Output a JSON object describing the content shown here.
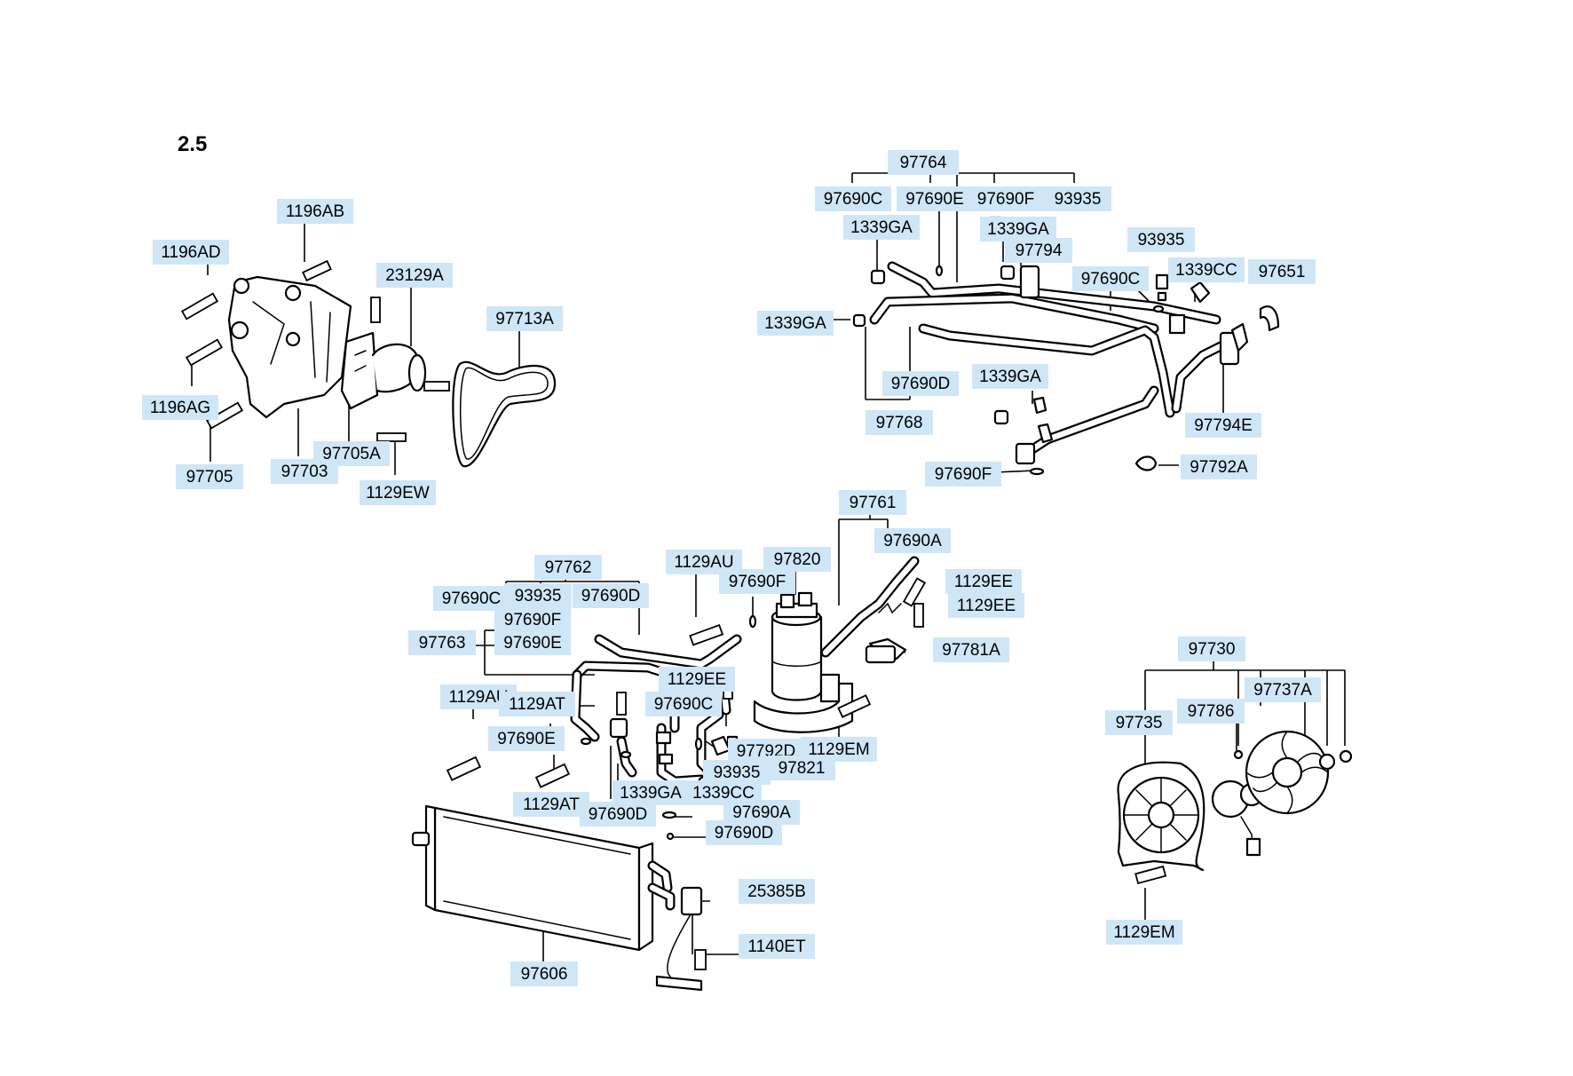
{
  "title": "2.5",
  "labels": [
    {
      "id": "1196AB",
      "text": "1196AB"
    },
    {
      "id": "1196AD",
      "text": "1196AD"
    },
    {
      "id": "23129A",
      "text": "23129A"
    },
    {
      "id": "97713A",
      "text": "97713A"
    },
    {
      "id": "1196AG",
      "text": "1196AG"
    },
    {
      "id": "97705A",
      "text": "97705A"
    },
    {
      "id": "97705",
      "text": "97705"
    },
    {
      "id": "97703",
      "text": "97703"
    },
    {
      "id": "1129EW",
      "text": "1129EW"
    },
    {
      "id": "97764",
      "text": "97764"
    },
    {
      "id": "97690C_a",
      "text": "97690C"
    },
    {
      "id": "97690E_a",
      "text": "97690E"
    },
    {
      "id": "97690F_a",
      "text": "97690F"
    },
    {
      "id": "93935_a",
      "text": "93935"
    },
    {
      "id": "1339GA_a",
      "text": "1339GA"
    },
    {
      "id": "1339GA_b",
      "text": "1339GA"
    },
    {
      "id": "97794",
      "text": "97794"
    },
    {
      "id": "93935_b",
      "text": "93935"
    },
    {
      "id": "97690C_b",
      "text": "97690C"
    },
    {
      "id": "1339CC_a",
      "text": "1339CC"
    },
    {
      "id": "97651",
      "text": "97651"
    },
    {
      "id": "1339GA_c",
      "text": "1339GA"
    },
    {
      "id": "97690D_a",
      "text": "97690D"
    },
    {
      "id": "97768",
      "text": "97768"
    },
    {
      "id": "1339GA_d",
      "text": "1339GA"
    },
    {
      "id": "97794E",
      "text": "97794E"
    },
    {
      "id": "97690F_b",
      "text": "97690F"
    },
    {
      "id": "97792A",
      "text": "97792A"
    },
    {
      "id": "97761",
      "text": "97761"
    },
    {
      "id": "97690A_a",
      "text": "97690A"
    },
    {
      "id": "97762",
      "text": "97762"
    },
    {
      "id": "1129AU_a",
      "text": "1129AU"
    },
    {
      "id": "97820",
      "text": "97820"
    },
    {
      "id": "97690F_c",
      "text": "97690F"
    },
    {
      "id": "1129EE_a",
      "text": "1129EE"
    },
    {
      "id": "1129EE_b",
      "text": "1129EE"
    },
    {
      "id": "97690C_c",
      "text": "97690C"
    },
    {
      "id": "93935_c",
      "text": "93935"
    },
    {
      "id": "97690D_b",
      "text": "97690D"
    },
    {
      "id": "97690F_d",
      "text": "97690F"
    },
    {
      "id": "97763",
      "text": "97763"
    },
    {
      "id": "97690E_b",
      "text": "97690E"
    },
    {
      "id": "97781A",
      "text": "97781A"
    },
    {
      "id": "1129EE_c",
      "text": "1129EE"
    },
    {
      "id": "1129AU_b",
      "text": "1129AU"
    },
    {
      "id": "1129AT_a",
      "text": "1129AT"
    },
    {
      "id": "97690C_d",
      "text": "97690C"
    },
    {
      "id": "1129EM_a",
      "text": "1129EM"
    },
    {
      "id": "97690E_c",
      "text": "97690E"
    },
    {
      "id": "97792D",
      "text": "97792D"
    },
    {
      "id": "93935_d",
      "text": "93935"
    },
    {
      "id": "97821",
      "text": "97821"
    },
    {
      "id": "1339GA_e",
      "text": "1339GA"
    },
    {
      "id": "1339CC_b",
      "text": "1339CC"
    },
    {
      "id": "1129AT_b",
      "text": "1129AT"
    },
    {
      "id": "97690D_c",
      "text": "97690D"
    },
    {
      "id": "97690A_b",
      "text": "97690A"
    },
    {
      "id": "97690D_d",
      "text": "97690D"
    },
    {
      "id": "25385B",
      "text": "25385B"
    },
    {
      "id": "1140ET",
      "text": "1140ET"
    },
    {
      "id": "97606",
      "text": "97606"
    },
    {
      "id": "97730",
      "text": "97730"
    },
    {
      "id": "97737A",
      "text": "97737A"
    },
    {
      "id": "97786",
      "text": "97786"
    },
    {
      "id": "97735",
      "text": "97735"
    },
    {
      "id": "1129EM_b",
      "text": "1129EM"
    }
  ]
}
